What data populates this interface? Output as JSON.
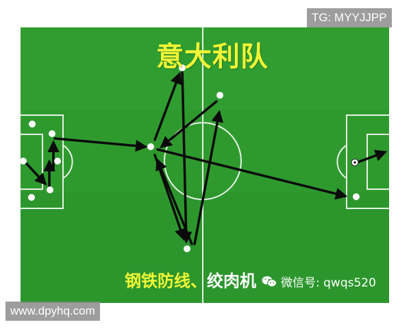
{
  "title": "意大利队",
  "caption_main": "钢铁防线、",
  "caption_highlight": "绞肉机",
  "wechat_label": "微信号: qwqs520",
  "watermark_top": "TG: MYYJJPP",
  "watermark_bottom": "www.dpyhq.com",
  "icons": [
    "wechat-icon",
    "football-icon"
  ],
  "colors": {
    "pitch": "#2e9a2e",
    "pitch_stripe": "#35a635",
    "lines": "#e6f2e6",
    "arrows": "#0b0b0b",
    "players": "#ffffff",
    "title": "#f1f536"
  }
}
